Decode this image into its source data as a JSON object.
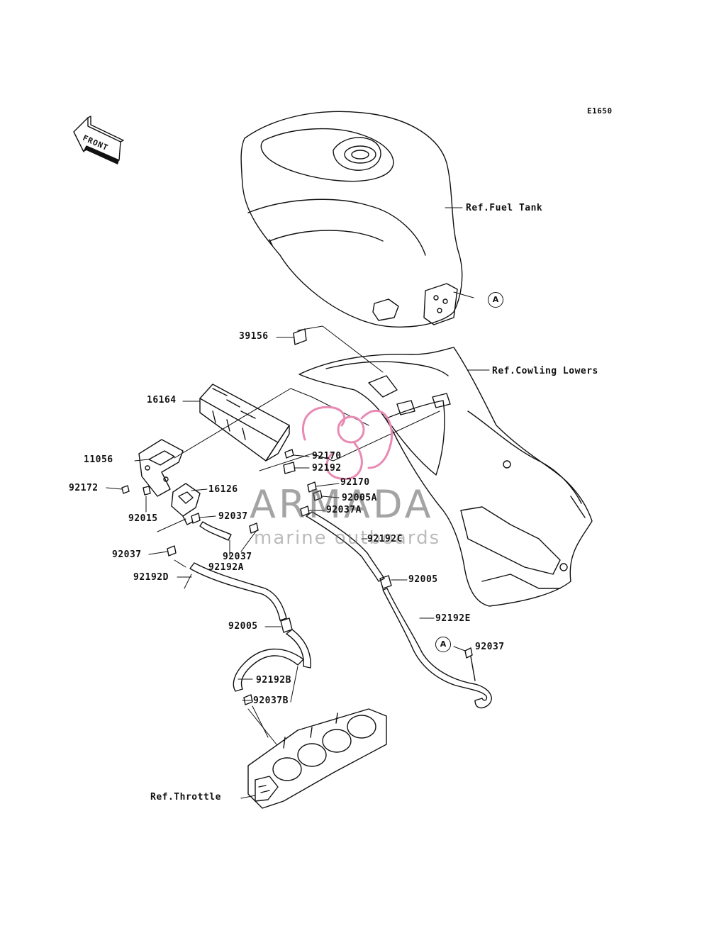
{
  "diagram_code": "E1650",
  "front_label": "FRONT",
  "watermark": {
    "brand": "ARMADA",
    "tagline": "marine outboards",
    "accent_color": "#e88ab4"
  },
  "callout_markers": [
    "A",
    "A"
  ],
  "part_labels": {
    "ref_fuel_tank": "Ref.Fuel Tank",
    "ref_cowling_lowers": "Ref.Cowling Lowers",
    "ref_throttle": "Ref.Throttle",
    "p39156": "39156",
    "p16164": "16164",
    "p11056": "11056",
    "p92172": "92172",
    "p92015": "92015",
    "p16126": "16126",
    "p92170_a": "92170",
    "p92192": "92192",
    "p92170_b": "92170",
    "p92005a": "92005A",
    "p92037a": "92037A",
    "p92037_a": "92037",
    "p92037_b": "92037",
    "p92037_c": "92037",
    "p92192a": "92192A",
    "p92192c": "92192C",
    "p92192d": "92192D",
    "p92005_a": "92005",
    "p92005_b": "92005",
    "p92192e": "92192E",
    "p92037_d": "92037",
    "p92192b": "92192B",
    "p92037b": "92037B"
  },
  "colors": {
    "line": "#111111",
    "watermark_text": "#5a5a5a"
  }
}
